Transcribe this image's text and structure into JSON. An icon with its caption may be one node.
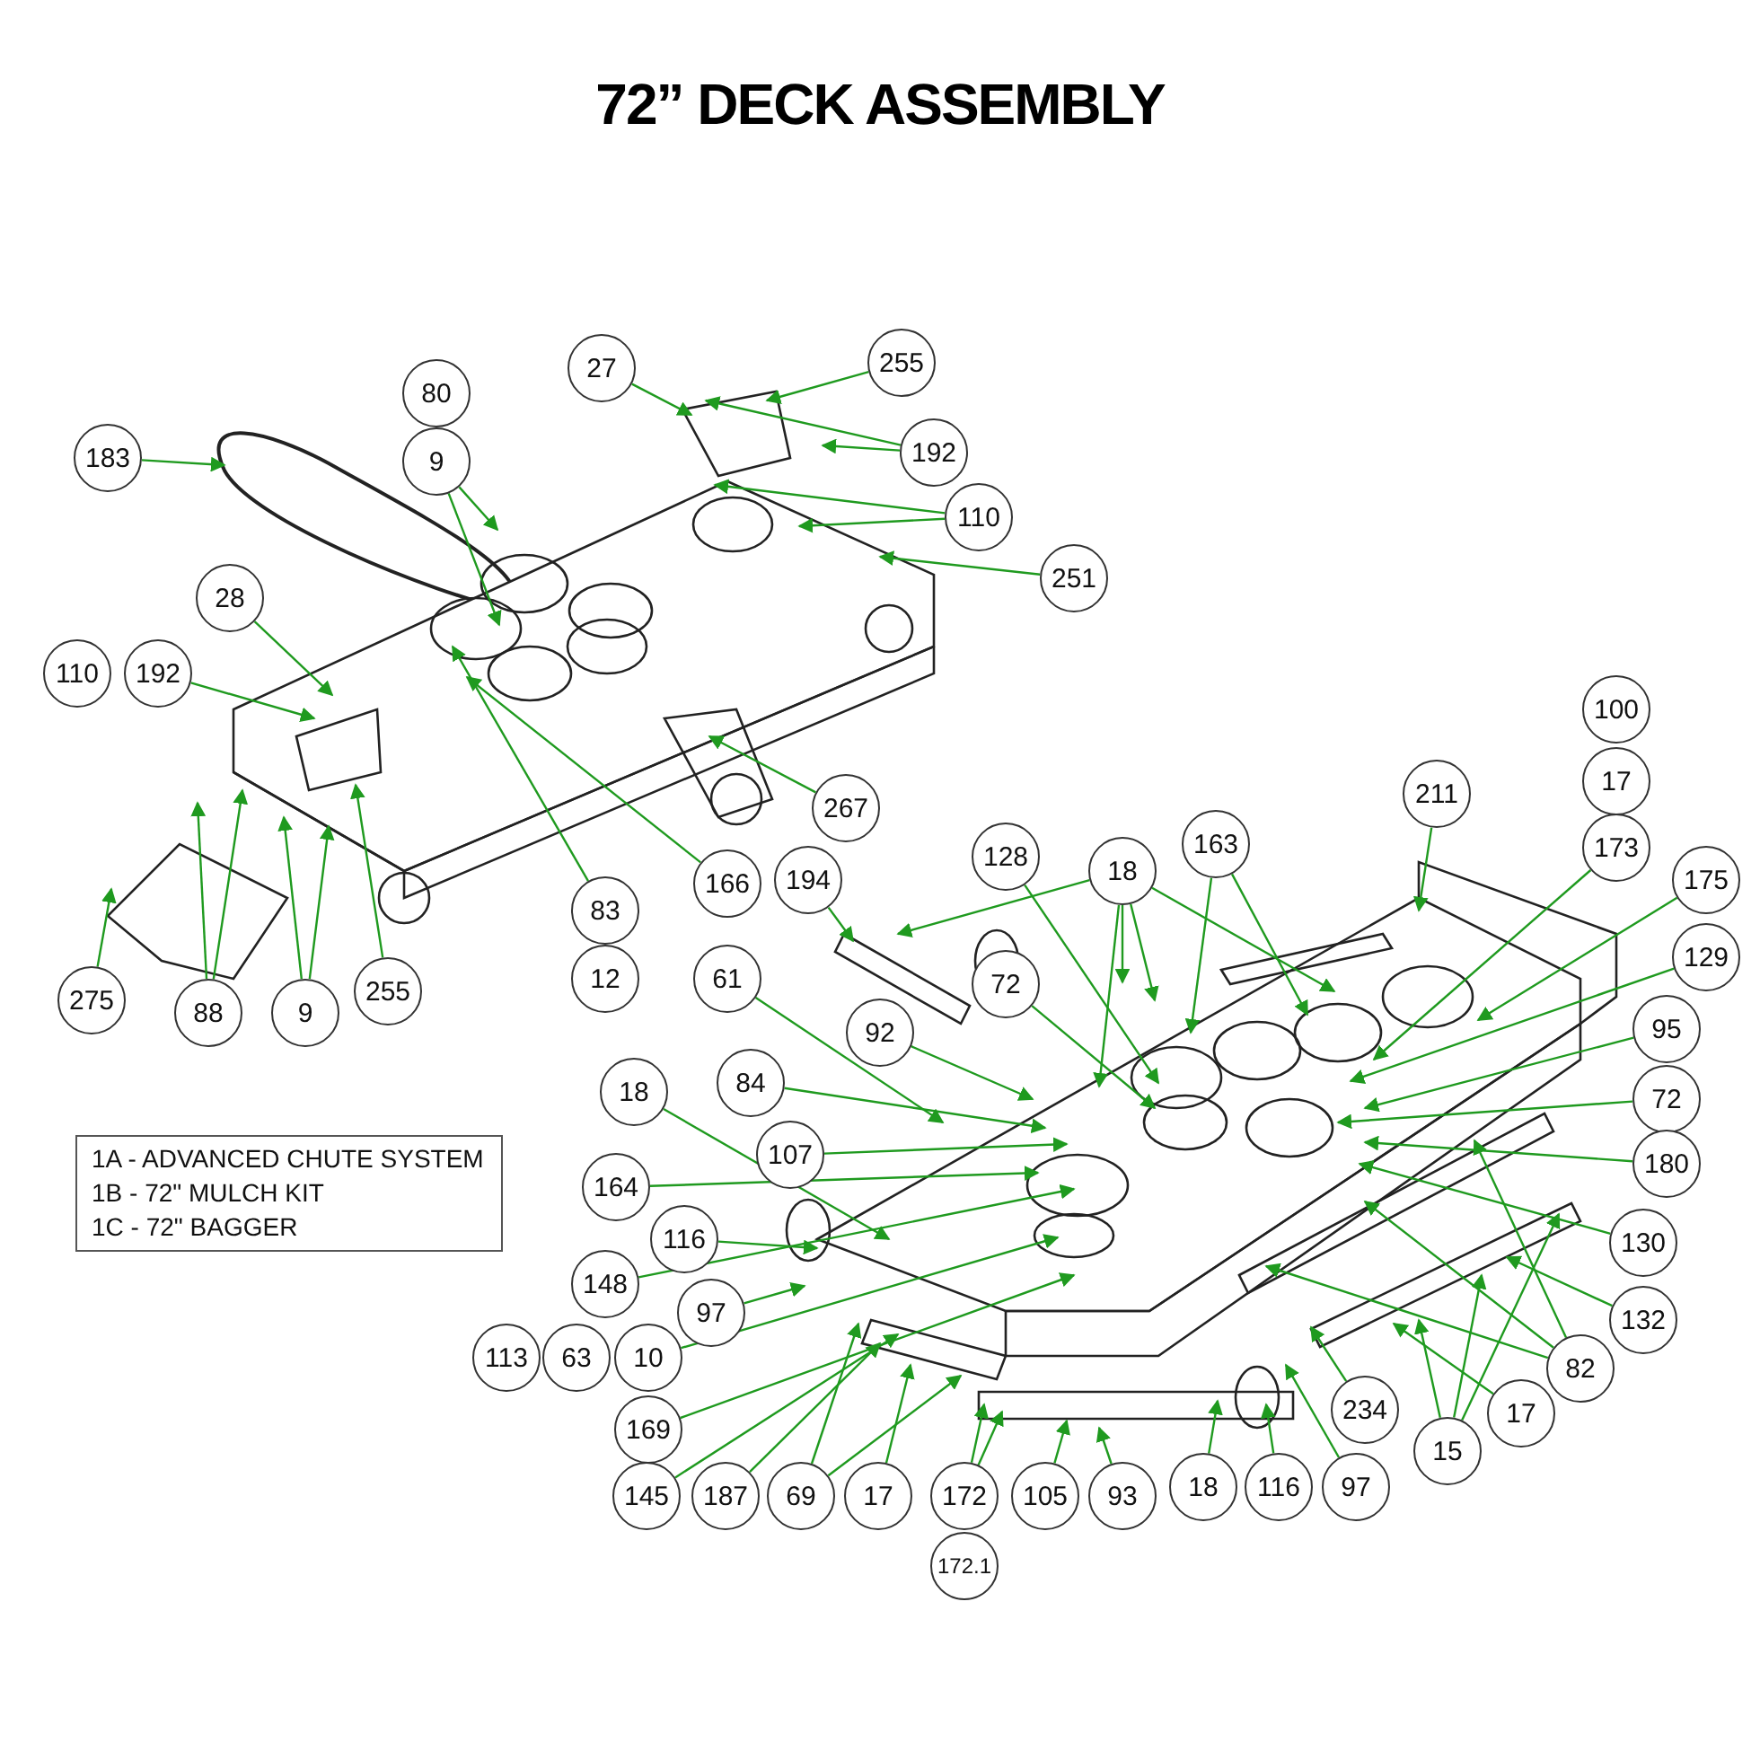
{
  "diagram": {
    "title": "72” DECK ASSEMBLY",
    "nodes": [
      {
        "text": [
          "183"
        ]
      },
      {
        "text": [
          "80"
        ]
      },
      {
        "text": [
          "9"
        ]
      },
      {
        "text": [
          "27"
        ]
      },
      {
        "text": [
          "255"
        ]
      },
      {
        "text": [
          "192"
        ]
      },
      {
        "text": [
          "110"
        ]
      },
      {
        "text": [
          "251"
        ]
      },
      {
        "text": [
          "28"
        ]
      },
      {
        "text": [
          "110"
        ]
      },
      {
        "text": [
          "192"
        ]
      },
      {
        "text": [
          "267"
        ]
      },
      {
        "text": [
          "166"
        ]
      },
      {
        "text": [
          "83"
        ]
      },
      {
        "text": [
          "12"
        ]
      },
      {
        "text": [
          "275"
        ]
      },
      {
        "text": [
          "88"
        ]
      },
      {
        "text": [
          "9"
        ]
      },
      {
        "text": [
          "255"
        ]
      },
      {
        "text": [
          "100"
        ]
      },
      {
        "text": [
          "17"
        ]
      },
      {
        "text": [
          "173"
        ]
      },
      {
        "text": [
          "175"
        ]
      },
      {
        "text": [
          "211"
        ]
      },
      {
        "text": [
          "163"
        ]
      },
      {
        "text": [
          "128"
        ]
      },
      {
        "text": [
          "18"
        ]
      },
      {
        "text": [
          "194"
        ]
      },
      {
        "text": [
          "61"
        ]
      },
      {
        "text": [
          "72"
        ]
      },
      {
        "text": [
          "129"
        ]
      },
      {
        "text": [
          "92"
        ]
      },
      {
        "text": [
          "95"
        ]
      },
      {
        "text": [
          "18"
        ]
      },
      {
        "text": [
          "84"
        ]
      },
      {
        "text": [
          "72"
        ]
      },
      {
        "text": [
          "107"
        ]
      },
      {
        "text": [
          "180"
        ]
      },
      {
        "text": [
          "164"
        ]
      },
      {
        "text": [
          "116"
        ]
      },
      {
        "text": [
          "130"
        ]
      },
      {
        "text": [
          "148"
        ]
      },
      {
        "text": [
          "97"
        ]
      },
      {
        "text": [
          "132"
        ]
      },
      {
        "text": [
          "113"
        ]
      },
      {
        "text": [
          "63"
        ]
      },
      {
        "text": [
          "10"
        ]
      },
      {
        "text": [
          "82"
        ]
      },
      {
        "text": [
          "17"
        ]
      },
      {
        "text": [
          "15"
        ]
      },
      {
        "text": [
          "234"
        ]
      },
      {
        "text": [
          "169"
        ]
      },
      {
        "text": [
          "145"
        ]
      },
      {
        "text": [
          "187"
        ]
      },
      {
        "text": [
          "69"
        ]
      },
      {
        "text": [
          "17"
        ]
      },
      {
        "text": [
          "172"
        ]
      },
      {
        "text": [
          "105"
        ]
      },
      {
        "text": [
          "93"
        ]
      },
      {
        "text": [
          "18"
        ]
      },
      {
        "text": [
          "116"
        ]
      },
      {
        "text": [
          "97"
        ]
      },
      {
        "text": [
          "172.1"
        ]
      },
      {
        "text": [
          "1A - ADVANCED CHUTE SYSTEM",
          "1B - 72\" MULCH KIT",
          "1C - 72\" BAGGER"
        ]
      }
    ],
    "edges": [
      {
        "from": 0,
        "to": null,
        "arrow": "to"
      },
      {
        "from": 2,
        "to": null,
        "arrow": "to"
      },
      {
        "from": 2,
        "to": null,
        "arrow": "to"
      },
      {
        "from": 3,
        "to": null,
        "arrow": "to"
      },
      {
        "from": 4,
        "to": null,
        "arrow": "to"
      },
      {
        "from": 5,
        "to": null,
        "arrow": "to"
      },
      {
        "from": 5,
        "to": null,
        "arrow": "to"
      },
      {
        "from": 6,
        "to": null,
        "arrow": "to"
      },
      {
        "from": 6,
        "to": null,
        "arrow": "to"
      },
      {
        "from": 7,
        "to": null,
        "arrow": "to"
      },
      {
        "from": 8,
        "to": null,
        "arrow": "to"
      },
      {
        "from": 10,
        "to": null,
        "arrow": "to"
      },
      {
        "from": 11,
        "to": null,
        "arrow": "to"
      },
      {
        "from": 12,
        "to": null,
        "arrow": "to"
      },
      {
        "from": 13,
        "to": null,
        "arrow": "to"
      },
      {
        "from": 15,
        "to": null,
        "arrow": "to"
      },
      {
        "from": 16,
        "to": null,
        "arrow": "to"
      },
      {
        "from": 16,
        "to": null,
        "arrow": "to"
      },
      {
        "from": 17,
        "to": null,
        "arrow": "to"
      },
      {
        "from": 17,
        "to": null,
        "arrow": "to"
      },
      {
        "from": 18,
        "to": null,
        "arrow": "to"
      },
      {
        "from": 21,
        "to": null,
        "arrow": "to"
      },
      {
        "from": 22,
        "to": null,
        "arrow": "to"
      },
      {
        "from": 23,
        "to": null,
        "arrow": "to"
      },
      {
        "from": 24,
        "to": null,
        "arrow": "to"
      },
      {
        "from": 24,
        "to": null,
        "arrow": "to"
      },
      {
        "from": 25,
        "to": null,
        "arrow": "to"
      },
      {
        "from": 26,
        "to": null,
        "arrow": "to"
      },
      {
        "from": 26,
        "to": null,
        "arrow": "to"
      },
      {
        "from": 26,
        "to": null,
        "arrow": "to"
      },
      {
        "from": 26,
        "to": null,
        "arrow": "to"
      },
      {
        "from": 26,
        "to": null,
        "arrow": "to"
      },
      {
        "from": 27,
        "to": null,
        "arrow": "to"
      },
      {
        "from": 28,
        "to": null,
        "arrow": "to"
      },
      {
        "from": 29,
        "to": null,
        "arrow": "to"
      },
      {
        "from": 30,
        "to": null,
        "arrow": "to"
      },
      {
        "from": 31,
        "to": null,
        "arrow": "to"
      },
      {
        "from": 32,
        "to": null,
        "arrow": "to"
      },
      {
        "from": 33,
        "to": null,
        "arrow": "to"
      },
      {
        "from": 34,
        "to": null,
        "arrow": "to"
      },
      {
        "from": 35,
        "to": null,
        "arrow": "to"
      },
      {
        "from": 36,
        "to": null,
        "arrow": "to"
      },
      {
        "from": 37,
        "to": null,
        "arrow": "to"
      },
      {
        "from": 38,
        "to": null,
        "arrow": "to"
      },
      {
        "from": 39,
        "to": null,
        "arrow": "to"
      },
      {
        "from": 40,
        "to": null,
        "arrow": "to"
      },
      {
        "from": 41,
        "to": null,
        "arrow": "to"
      },
      {
        "from": 42,
        "to": null,
        "arrow": "to"
      },
      {
        "from": 43,
        "to": null,
        "arrow": "to"
      },
      {
        "from": 46,
        "to": null,
        "arrow": "to"
      },
      {
        "from": 47,
        "to": null,
        "arrow": "to"
      },
      {
        "from": 47,
        "to": null,
        "arrow": "to"
      },
      {
        "from": 47,
        "to": null,
        "arrow": "to"
      },
      {
        "from": 48,
        "to": null,
        "arrow": "to"
      },
      {
        "from": 49,
        "to": null,
        "arrow": "to"
      },
      {
        "from": 49,
        "to": null,
        "arrow": "to"
      },
      {
        "from": 49,
        "to": null,
        "arrow": "to"
      },
      {
        "from": 50,
        "to": null,
        "arrow": "to"
      },
      {
        "from": 51,
        "to": null,
        "arrow": "to"
      },
      {
        "from": 52,
        "to": null,
        "arrow": "to"
      },
      {
        "from": 53,
        "to": null,
        "arrow": "to"
      },
      {
        "from": 54,
        "to": null,
        "arrow": "to"
      },
      {
        "from": 54,
        "to": null,
        "arrow": "to"
      },
      {
        "from": 55,
        "to": null,
        "arrow": "to"
      },
      {
        "from": 56,
        "to": null,
        "arrow": "to"
      },
      {
        "from": 56,
        "to": null,
        "arrow": "to"
      },
      {
        "from": 57,
        "to": null,
        "arrow": "to"
      },
      {
        "from": 58,
        "to": null,
        "arrow": "to"
      },
      {
        "from": 59,
        "to": null,
        "arrow": "to"
      },
      {
        "from": 60,
        "to": null,
        "arrow": "to"
      },
      {
        "from": 61,
        "to": null,
        "arrow": "to"
      }
    ]
  }
}
